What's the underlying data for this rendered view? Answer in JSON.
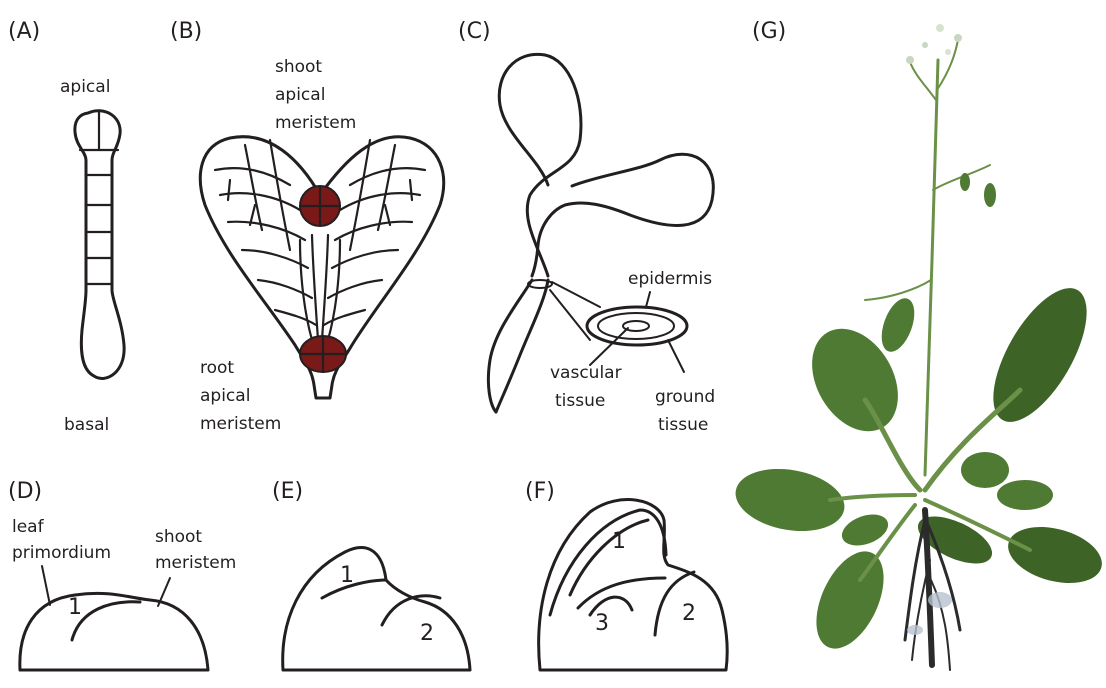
{
  "panels": {
    "A": {
      "label": "(A)",
      "top": "apical",
      "bottom": "basal"
    },
    "B": {
      "label": "(B)",
      "shoot_line1": "shoot",
      "shoot_line2": "apical",
      "shoot_line3": "meristem",
      "root_line1": "root",
      "root_line2": "apical",
      "root_line3": "meristem"
    },
    "C": {
      "label": "(C)",
      "epidermis": "epidermis",
      "vascular_line1": "vascular",
      "vascular_line2": "tissue",
      "ground_line1": "ground",
      "ground_line2": "tissue"
    },
    "D": {
      "label": "(D)",
      "leaf_line1": "leaf",
      "leaf_line2": "primordium",
      "shoot_line1": "shoot",
      "shoot_line2": "meristem",
      "n1": "1"
    },
    "E": {
      "label": "(E)",
      "n1": "1",
      "n2": "2"
    },
    "F": {
      "label": "(F)",
      "n1": "1",
      "n2": "2",
      "n3": "3"
    },
    "G": {
      "label": "(G)"
    }
  },
  "colors": {
    "line": "#231f20",
    "meristem": "#7a1a18",
    "leaf": "#4f7a33"
  }
}
